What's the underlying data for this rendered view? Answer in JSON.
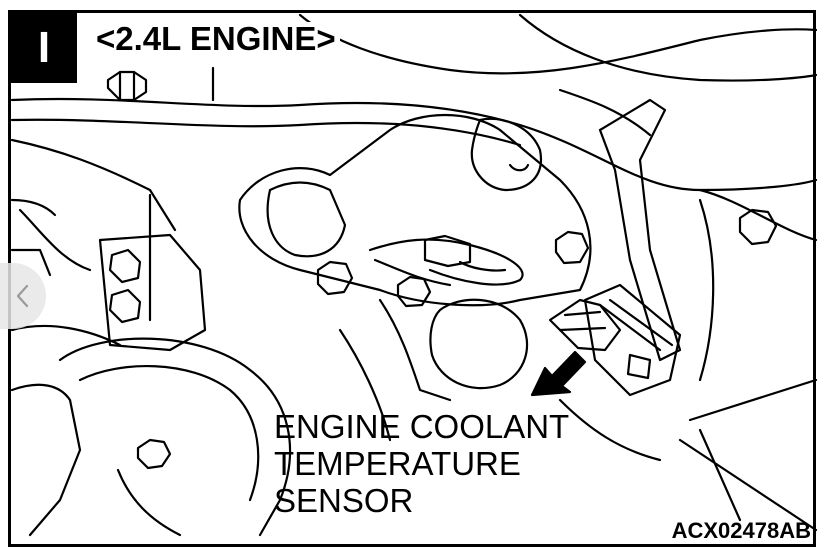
{
  "badge": {
    "label": "I"
  },
  "title": "<2.4L ENGINE>",
  "callout": {
    "lines": [
      "ENGINE COOLANT",
      "TEMPERATURE",
      "SENSOR"
    ]
  },
  "figure_code": "ACX02478AB",
  "nav": {
    "prev_icon": "chevron-left-icon"
  },
  "colors": {
    "ink": "#000000",
    "paper": "#ffffff",
    "nav_bg": "#e6e6e6"
  }
}
